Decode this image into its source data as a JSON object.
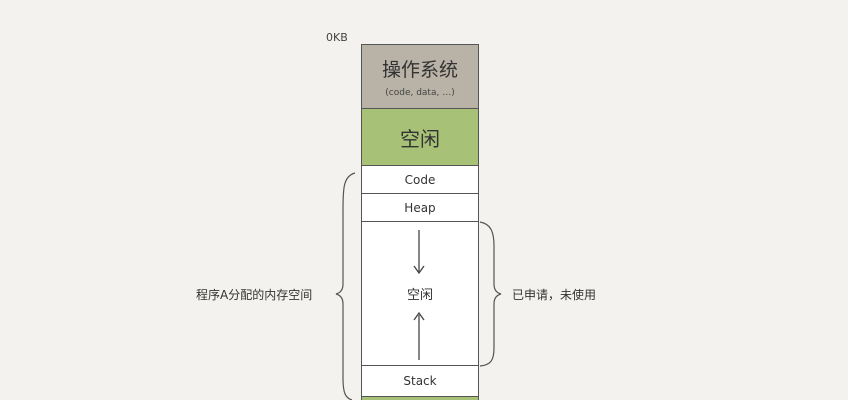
{
  "address_label": "0KB",
  "blocks": {
    "os_title": "操作系统",
    "os_sub": "(code, data, …)",
    "free_top": "空闲",
    "code": "Code",
    "heap": "Heap",
    "free_mid": "空闲",
    "stack": "Stack"
  },
  "annotations": {
    "left": "程序A分配的内存空间",
    "right": "已申请，未使用"
  }
}
